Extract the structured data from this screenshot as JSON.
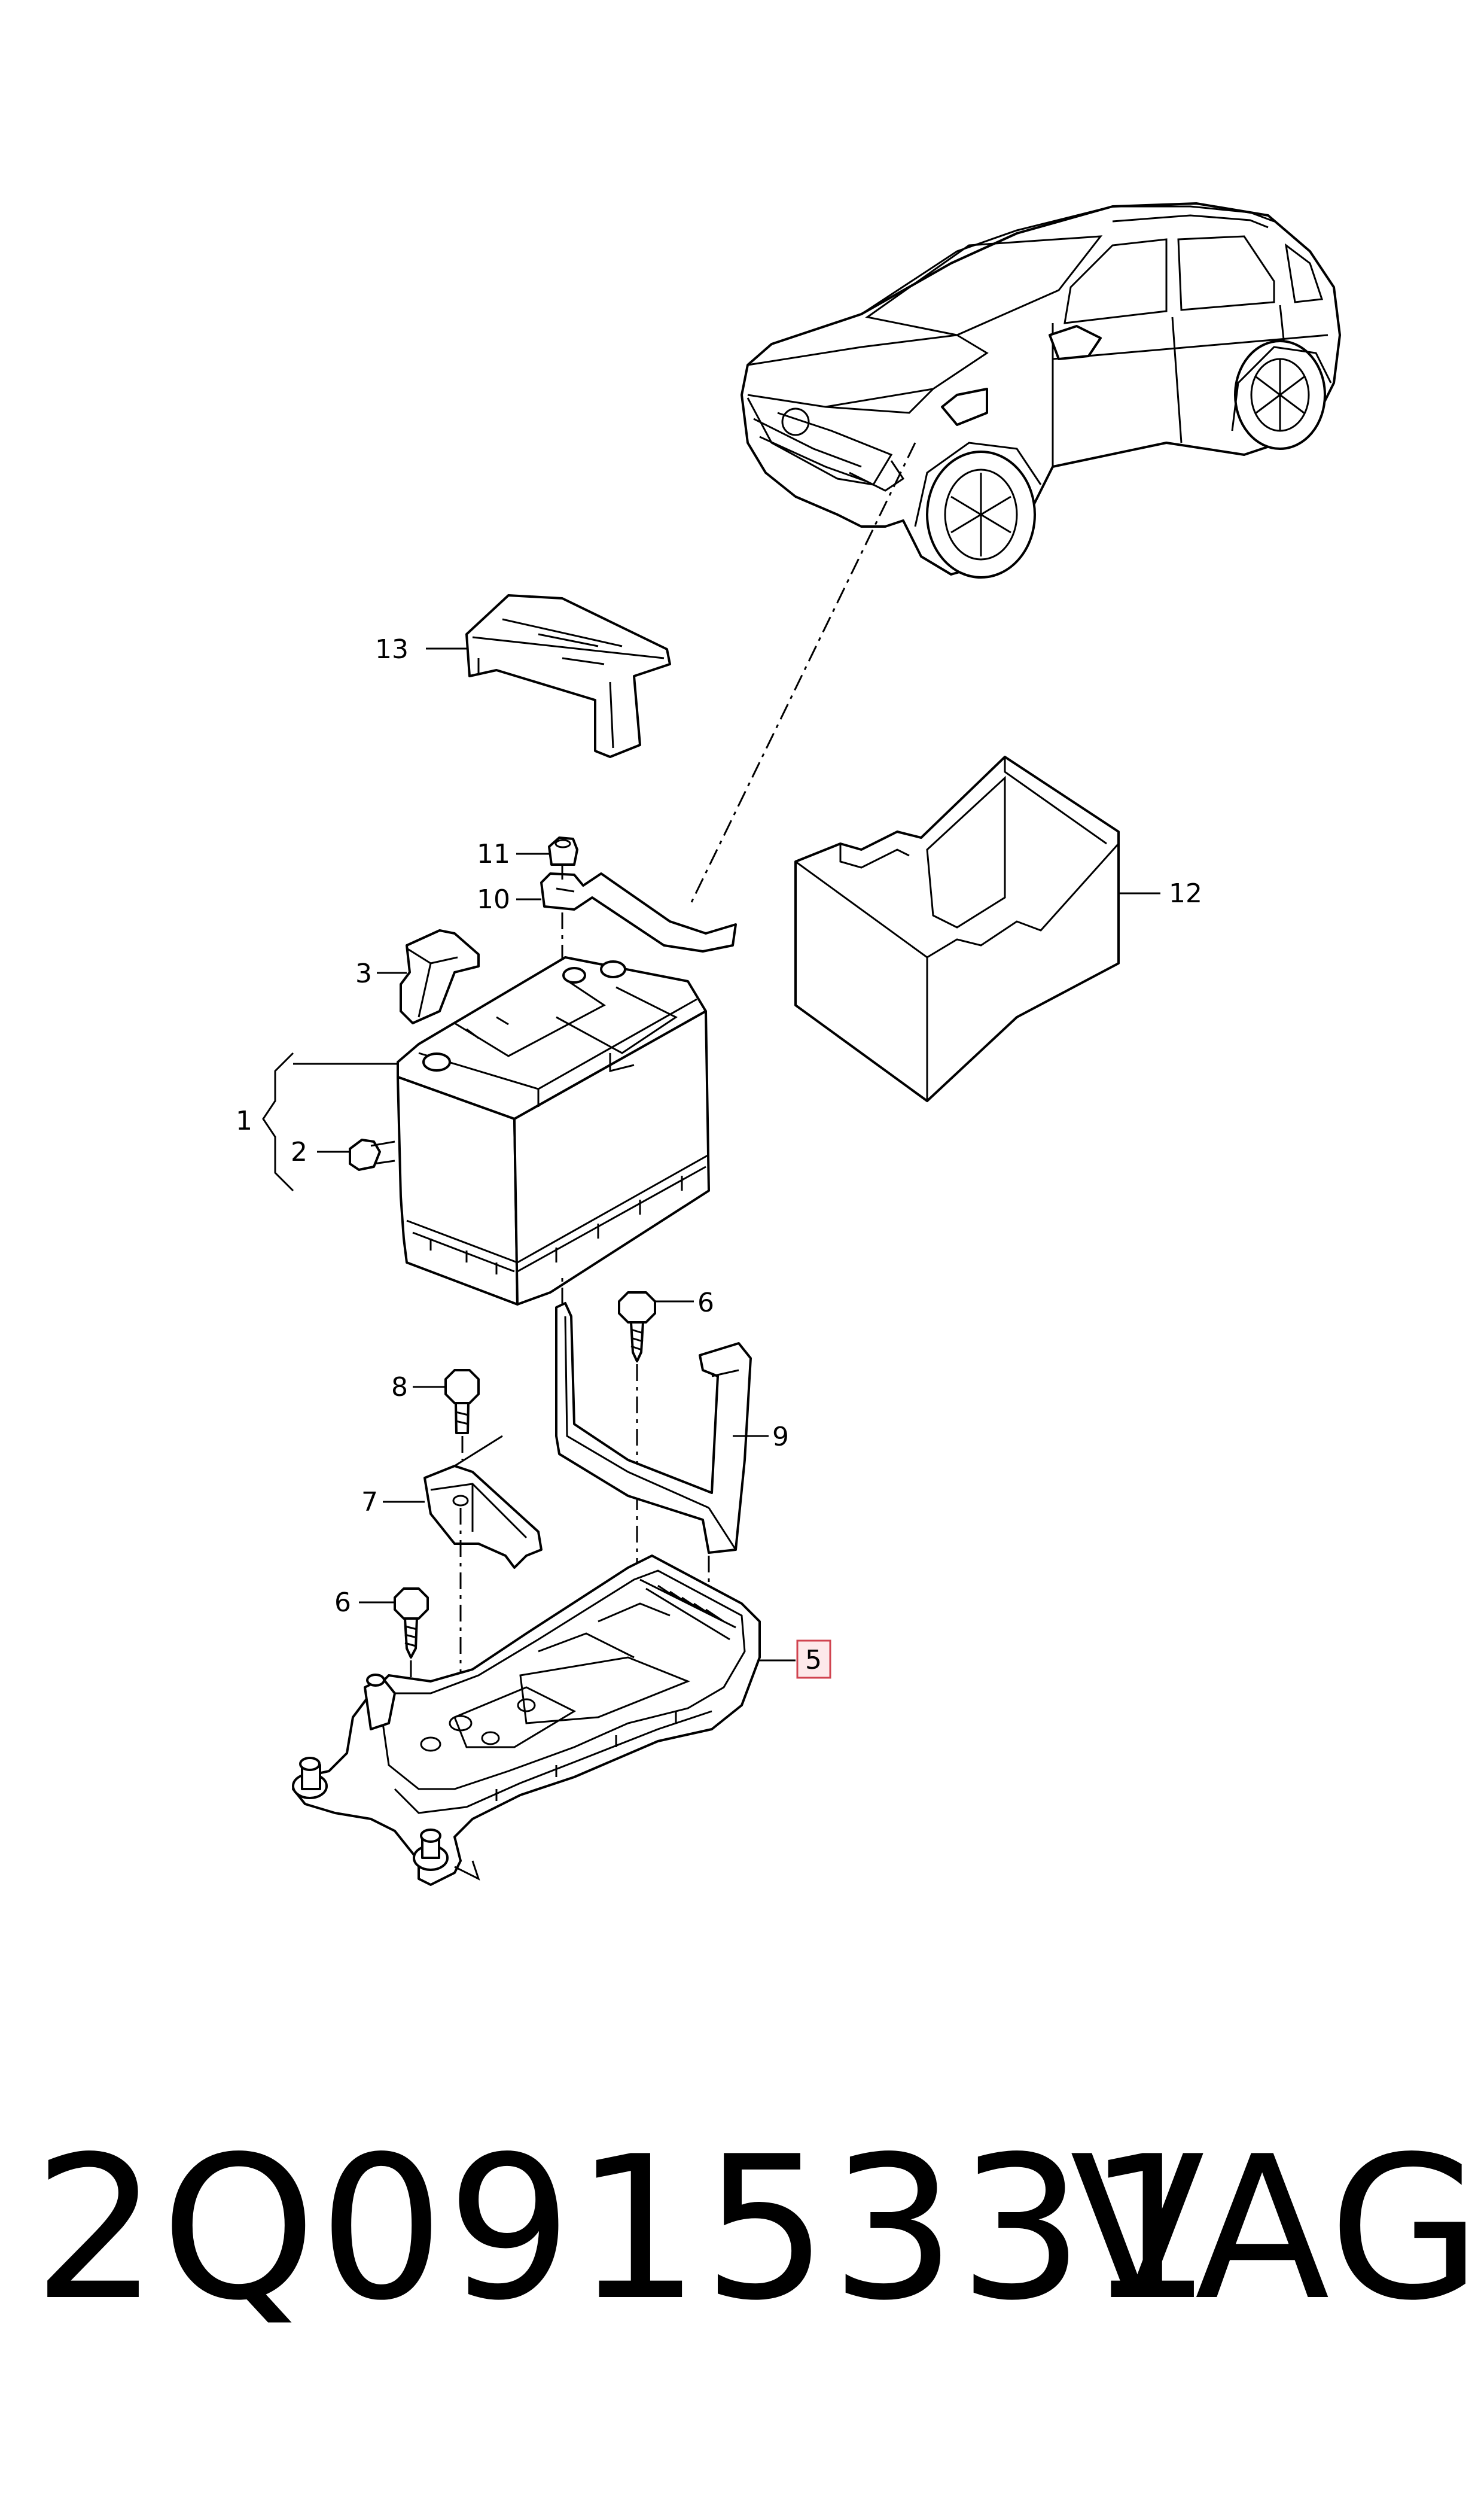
{
  "diagram": {
    "callouts": [
      {
        "id": "c1",
        "label": "1"
      },
      {
        "id": "c2",
        "label": "2"
      },
      {
        "id": "c3",
        "label": "3"
      },
      {
        "id": "c5",
        "label": "5",
        "highlighted": true
      },
      {
        "id": "c6a",
        "label": "6"
      },
      {
        "id": "c6b",
        "label": "6"
      },
      {
        "id": "c7",
        "label": "7"
      },
      {
        "id": "c8",
        "label": "8"
      },
      {
        "id": "c9",
        "label": "9"
      },
      {
        "id": "c10",
        "label": "10"
      },
      {
        "id": "c11",
        "label": "11"
      },
      {
        "id": "c12",
        "label": "12"
      },
      {
        "id": "c13",
        "label": "13"
      }
    ],
    "highlight_color": "#d0434f",
    "highlight_fill": "#fde9ea"
  },
  "footer": {
    "part_number": "2Q0915331",
    "brand": "VAG"
  }
}
